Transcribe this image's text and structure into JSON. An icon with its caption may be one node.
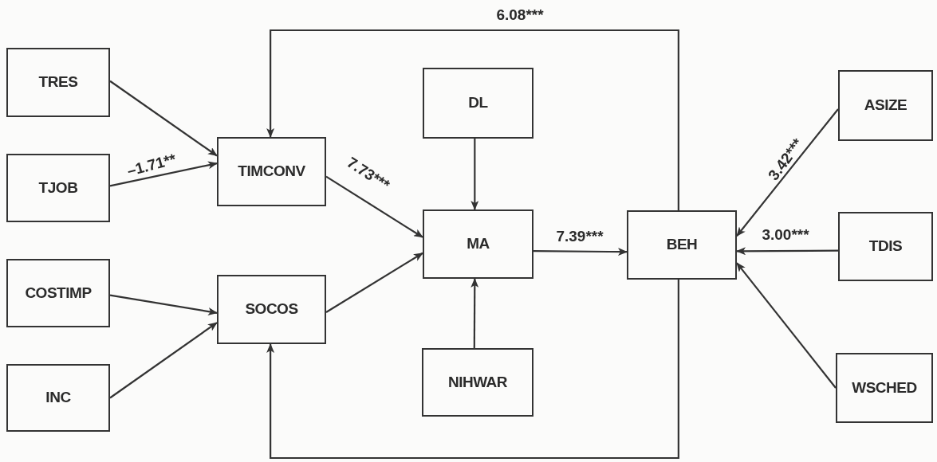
{
  "diagram": {
    "nodes": [
      {
        "text": [
          "TRES"
        ]
      },
      {
        "text": [
          "TJOB"
        ]
      },
      {
        "text": [
          "COSTIMP"
        ]
      },
      {
        "text": [
          "INC"
        ]
      },
      {
        "text": [
          "TIMCONV"
        ]
      },
      {
        "text": [
          "SOCOS"
        ]
      },
      {
        "text": [
          "DL"
        ]
      },
      {
        "text": [
          "MA"
        ]
      },
      {
        "text": [
          "NIHWAR"
        ]
      },
      {
        "text": [
          "BEH"
        ]
      },
      {
        "text": [
          "ASIZE"
        ]
      },
      {
        "text": [
          "TDIS"
        ]
      },
      {
        "text": [
          "WSCHED"
        ]
      }
    ],
    "edges": [
      {
        "from": 0,
        "to": 4,
        "arrow": "to"
      },
      {
        "from": 1,
        "to": 4,
        "arrow": "to",
        "label": "–1.71**"
      },
      {
        "from": 2,
        "to": 5,
        "arrow": "to"
      },
      {
        "from": 3,
        "to": 5,
        "arrow": "to"
      },
      {
        "from": 4,
        "to": 7,
        "arrow": "to",
        "label": "7.73***"
      },
      {
        "from": 5,
        "to": 7,
        "arrow": "to"
      },
      {
        "from": 6,
        "to": 7,
        "arrow": "to"
      },
      {
        "from": 8,
        "to": 7,
        "arrow": "to"
      },
      {
        "from": 7,
        "to": 9,
        "arrow": "to",
        "label": "7.39***"
      },
      {
        "from": 10,
        "to": 9,
        "arrow": "to",
        "label": "3.42***"
      },
      {
        "from": 11,
        "to": 9,
        "arrow": "to",
        "label": "3.00***"
      },
      {
        "from": 12,
        "to": 9,
        "arrow": "to"
      },
      {
        "from": 9,
        "to": 4,
        "arrow": "to",
        "label": "6.08***"
      },
      {
        "from": 9,
        "to": 5,
        "arrow": "to"
      }
    ]
  }
}
